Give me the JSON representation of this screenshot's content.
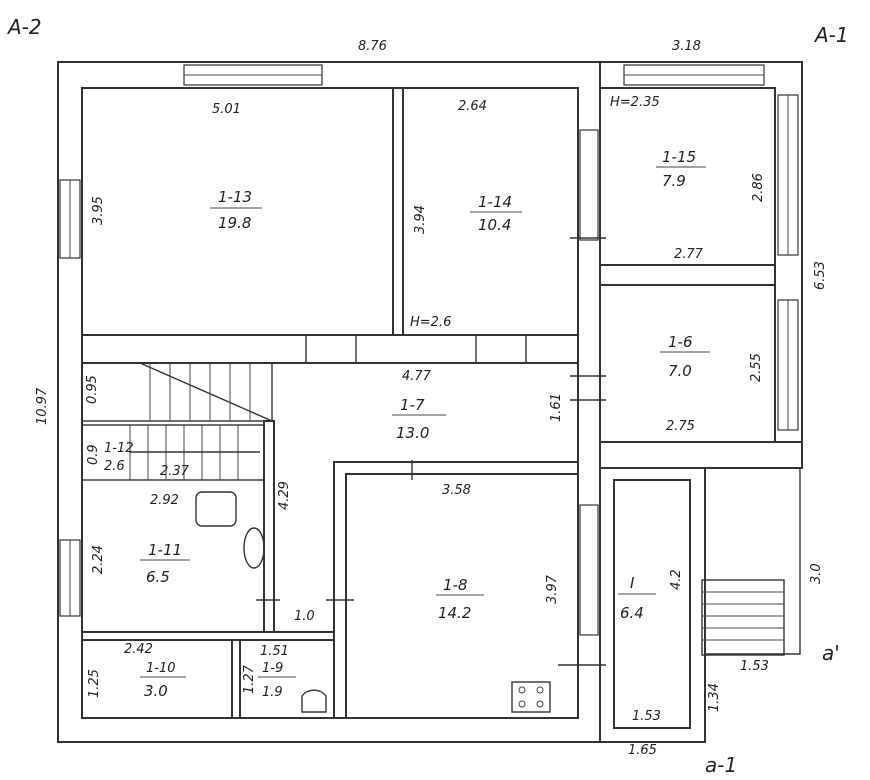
{
  "corner_labels": {
    "top_left": "A-2",
    "top_right": "A-1",
    "right_mid": "a'",
    "bottom": "a-1"
  },
  "rooms": {
    "r13": {
      "id": "1-13",
      "area": "19.8"
    },
    "r14": {
      "id": "1-14",
      "area": "10.4"
    },
    "r15": {
      "id": "1-15",
      "area": "7.9"
    },
    "r6": {
      "id": "1-6",
      "area": "7.0"
    },
    "r7": {
      "id": "1-7",
      "area": "13.0"
    },
    "r12": {
      "id": "1-12",
      "area": "2.6"
    },
    "r11": {
      "id": "1-11",
      "area": "6.5"
    },
    "r8": {
      "id": "1-8",
      "area": "14.2"
    },
    "rI": {
      "id": "I",
      "area": "6.4"
    },
    "r10": {
      "id": "1-10",
      "area": "3.0"
    },
    "r9": {
      "id": "1-9",
      "area": "1.9"
    }
  },
  "dims": {
    "top_total": "8.76",
    "top_right": "3.18",
    "left_total": "10.97",
    "right_total": "6.53",
    "d501": "5.01",
    "d264": "2.64",
    "h235": "H=2.35",
    "d395": "3.95",
    "d394": "3.94",
    "d286": "2.86",
    "d277": "2.77",
    "h26": "H=2.6",
    "d255": "2.55",
    "d477": "4.77",
    "d095": "0.95",
    "d161": "1.61",
    "d275": "2.75",
    "d09": "0.9",
    "d237": "2.37",
    "d358": "3.58",
    "d292": "2.92",
    "d429": "4.29",
    "d224": "2.24",
    "d397": "3.97",
    "d42": "4.2",
    "d30": "3.0",
    "d10": "1.0",
    "d242": "2.42",
    "d151": "1.51",
    "d153r": "1.53",
    "d134": "1.34",
    "d125": "1.25",
    "d127": "1.27",
    "d153b": "1.53",
    "d165": "1.65"
  }
}
